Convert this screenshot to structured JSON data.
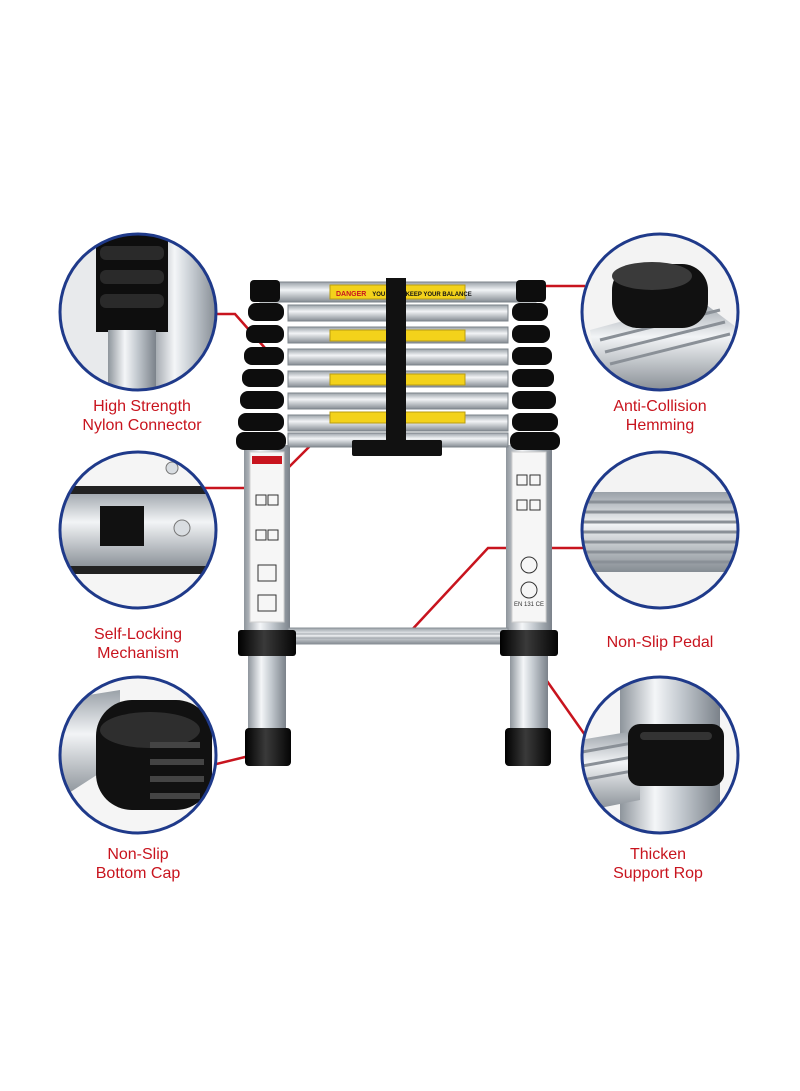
{
  "colors": {
    "accent_red": "#c8141e",
    "circle_border": "#1f3a8a",
    "warning_yellow": "#f3d21b",
    "rubber_black": "#111111",
    "aluminium": "#c9ced3"
  },
  "labels": {
    "nylon_connector": "High Strength\nNylon Connector",
    "anti_collision": "Anti-Collision\nHemming",
    "self_locking": "Self-Locking\nMechanism",
    "non_slip_pedal": "Non-Slip Pedal",
    "bottom_cap": "Non-Slip\nBottom Cap",
    "support_rop": "Thicken\nSupport Rop"
  },
  "ladder": {
    "warning_strip_text": "YOU MUST KEEP YOUR BALANCE",
    "danger_text": "DANGER",
    "standard_text": "EN 131 CE"
  },
  "icons": [
    "nylon-connector-closeup",
    "end-cap-closeup",
    "lock-latch-closeup",
    "pedal-grooves-closeup",
    "foot-cap-closeup",
    "bracket-closeup"
  ]
}
